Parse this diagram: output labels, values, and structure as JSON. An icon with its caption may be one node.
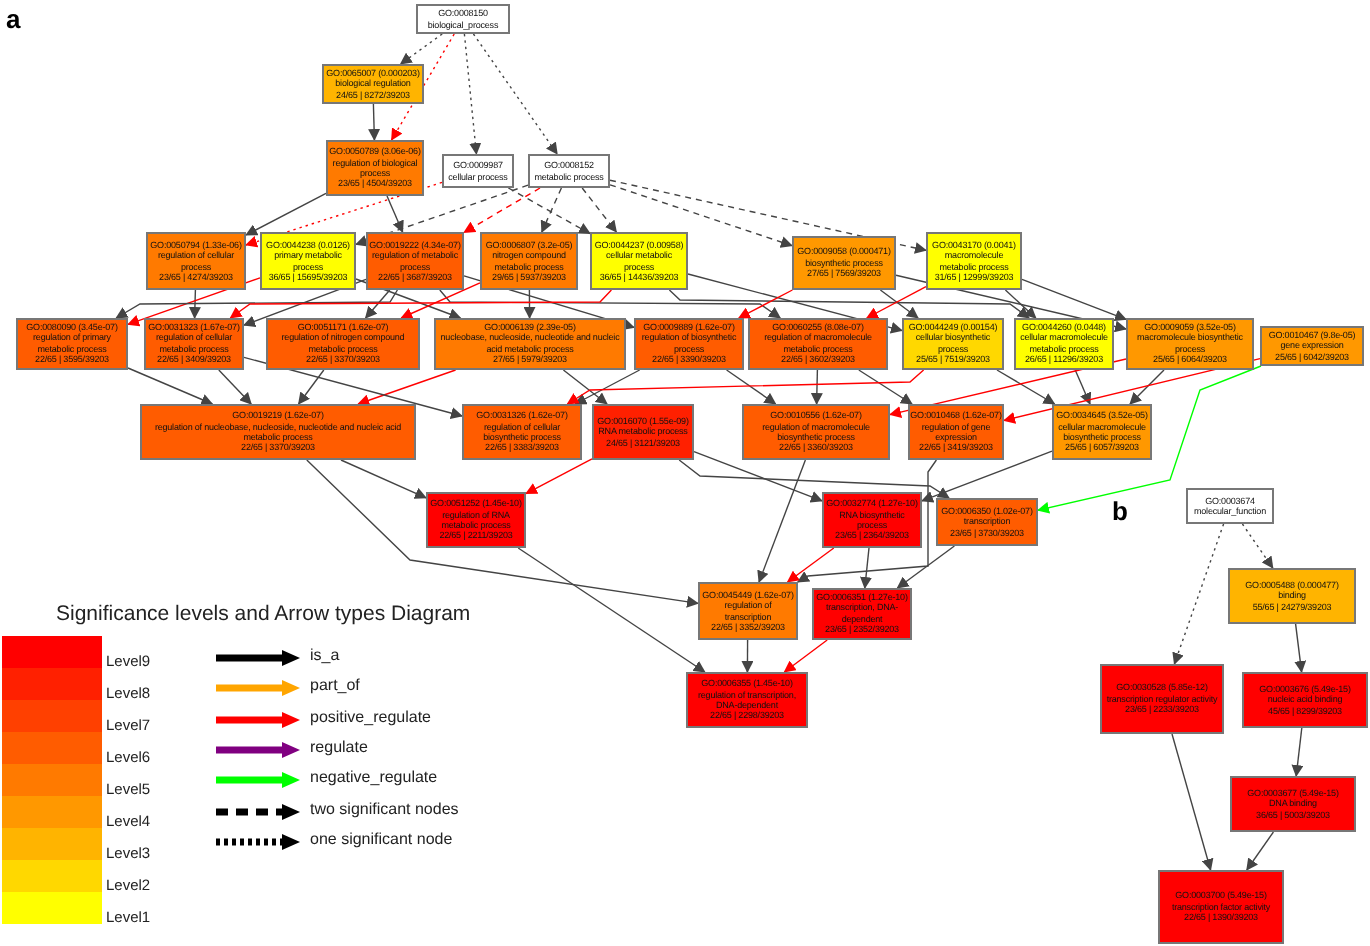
{
  "diagram": {
    "nodes": [
      {
        "text": [
          "GO:0008150",
          "biological_process"
        ]
      },
      {
        "text": [
          "GO:0065007 (0.000203)",
          "biological regulation",
          "24/65 | 8272/39203"
        ]
      },
      {
        "text": [
          "GO:0050789 (3.06e-06)",
          "regulation of biological process",
          "23/65 | 4504/39203"
        ]
      },
      {
        "text": [
          "GO:0009987",
          "cellular process"
        ]
      },
      {
        "text": [
          "GO:0008152",
          "metabolic process"
        ]
      },
      {
        "text": [
          "GO:0050794 (1.33e-06)",
          "regulation of cellular process",
          "23/65 | 4274/39203"
        ]
      },
      {
        "text": [
          "GO:0044238 (0.0126)",
          "primary metabolic process",
          "36/65 | 15695/39203"
        ]
      },
      {
        "text": [
          "GO:0019222 (4.34e-07)",
          "regulation of metabolic process",
          "22/65 | 3687/39203"
        ]
      },
      {
        "text": [
          "GO:0006807 (3.2e-05)",
          "nitrogen compound metabolic process",
          "29/65 | 5937/39203"
        ]
      },
      {
        "text": [
          "GO:0044237 (0.00958)",
          "cellular metabolic process",
          "36/65 | 14436/39203"
        ]
      },
      {
        "text": [
          "GO:0009058 (0.000471)",
          "biosynthetic process",
          "27/65 | 7569/39203"
        ]
      },
      {
        "text": [
          "GO:0043170 (0.0041)",
          "macromolecule metabolic process",
          "31/65 | 12999/39203"
        ]
      },
      {
        "text": [
          "GO:0080090 (3.45e-07)",
          "regulation of primary metabolic process",
          "22/65 | 3595/39203"
        ]
      },
      {
        "text": [
          "GO:0031323 (1.67e-07)",
          "regulation of cellular metabolic process",
          "22/65 | 3409/39203"
        ]
      },
      {
        "text": [
          "GO:0051171 (1.62e-07)",
          "regulation of nitrogen compound metabolic process",
          "22/65 | 3370/39203"
        ]
      },
      {
        "text": [
          "GO:0006139 (2.39e-05)",
          "nucleobase, nucleoside, nucleotide and nucleic acid metabolic process",
          "27/65 | 5979/39203"
        ]
      },
      {
        "text": [
          "GO:0009889 (1.62e-07)",
          "regulation of biosynthetic process",
          "22/65 | 3390/39203"
        ]
      },
      {
        "text": [
          "GO:0060255 (8.08e-07)",
          "regulation of macromolecule metabolic process",
          "22/65 | 3602/39203"
        ]
      },
      {
        "text": [
          "GO:0044249 (0.00154)",
          "cellular biosynthetic process",
          "25/65 | 7519/39203"
        ]
      },
      {
        "text": [
          "GO:0044260 (0.0448)",
          "cellular macromolecule metabolic process",
          "26/65 | 11296/39203"
        ]
      },
      {
        "text": [
          "GO:0009059 (3.52e-05)",
          "macromolecule biosynthetic process",
          "25/65 | 6064/39203"
        ]
      },
      {
        "text": [
          "GO:0010467 (9.8e-05)",
          "gene expression",
          "25/65 | 6042/39203"
        ]
      },
      {
        "text": [
          "GO:0019219 (1.62e-07)",
          "regulation of nucleobase, nucleoside, nucleotide and nucleic acid metabolic process",
          "22/65 | 3370/39203"
        ]
      },
      {
        "text": [
          "GO:0031326 (1.62e-07)",
          "regulation of cellular biosynthetic process",
          "22/65 | 3383/39203"
        ]
      },
      {
        "text": [
          "GO:0016070 (1.55e-09)",
          "RNA metabolic process",
          "24/65 | 3121/39203"
        ]
      },
      {
        "text": [
          "GO:0010556 (1.62e-07)",
          "regulation of macromolecule biosynthetic process",
          "22/65 | 3360/39203"
        ]
      },
      {
        "text": [
          "GO:0010468 (1.62e-07)",
          "regulation of gene expression",
          "22/65 | 3419/39203"
        ]
      },
      {
        "text": [
          "GO:0034645 (3.52e-05)",
          "cellular macromolecule biosynthetic process",
          "25/65 | 6057/39203"
        ]
      },
      {
        "text": [
          "GO:0051252 (1.45e-10)",
          "regulation of RNA metabolic process",
          "22/65 | 2211/39203"
        ]
      },
      {
        "text": [
          "GO:0032774 (1.27e-10)",
          "RNA biosynthetic process",
          "23/65 | 2364/39203"
        ]
      },
      {
        "text": [
          "GO:0006350 (1.02e-07)",
          "transcription",
          "23/65 | 3730/39203"
        ]
      },
      {
        "text": [
          "GO:0045449 (1.62e-07)",
          "regulation of transcription",
          "22/65 | 3352/39203"
        ]
      },
      {
        "text": [
          "GO:0006351 (1.27e-10)",
          "transcription, DNA-dependent",
          "23/65 | 2352/39203"
        ]
      },
      {
        "text": [
          "GO:0006355 (1.45e-10)",
          "regulation of transcription, DNA-dependent",
          "22/65 | 2298/39203"
        ]
      },
      {
        "text": [
          "GO:0003674",
          "molecular_function"
        ]
      },
      {
        "text": [
          "GO:0005488 (0.000477)",
          "binding",
          "55/65 | 24279/39203"
        ]
      },
      {
        "text": [
          "GO:0030528 (5.85e-12)",
          "transcription regulator activity",
          "23/65 | 2233/39203"
        ]
      },
      {
        "text": [
          "GO:0003676 (5.49e-15)",
          "nucleic acid binding",
          "45/65 | 8299/39203"
        ]
      },
      {
        "text": [
          "GO:0003677 (5.49e-15)",
          "DNA binding",
          "36/65 | 5003/39203"
        ]
      },
      {
        "text": [
          "GO:0003700 (5.49e-15)",
          "transcription factor activity",
          "22/65 | 1390/39203"
        ]
      }
    ],
    "edges": [
      {
        "from": 0,
        "to": 1,
        "arrow": "to",
        "style": "dashed"
      },
      {
        "from": 0,
        "to": 2,
        "arrow": "to",
        "style": "dashed",
        "color": "#ff0000"
      },
      {
        "from": 0,
        "to": 3,
        "arrow": "to",
        "style": "dashed"
      },
      {
        "from": 0,
        "to": 4,
        "arrow": "to",
        "style": "dashed"
      },
      {
        "from": 1,
        "to": 2,
        "arrow": "to"
      },
      {
        "from": 2,
        "to": 5,
        "arrow": "to"
      },
      {
        "from": 2,
        "to": 7,
        "arrow": "to"
      },
      {
        "from": 3,
        "to": 5,
        "arrow": "to",
        "style": "dashed",
        "color": "#ff0000"
      },
      {
        "from": 3,
        "to": 9,
        "arrow": "to",
        "style": "dashed"
      },
      {
        "from": 4,
        "to": 6,
        "arrow": "to",
        "style": "dashed"
      },
      {
        "from": 4,
        "to": 7,
        "arrow": "to",
        "style": "dashed",
        "color": "#ff0000"
      },
      {
        "from": 4,
        "to": 8,
        "arrow": "to",
        "style": "dashed"
      },
      {
        "from": 4,
        "to": 9,
        "arrow": "to",
        "style": "dashed"
      },
      {
        "from": 4,
        "to": 10,
        "arrow": "to",
        "style": "dashed"
      },
      {
        "from": 4,
        "to": 11,
        "arrow": "to",
        "style": "dashed"
      },
      {
        "from": 5,
        "to": 13,
        "arrow": "to"
      },
      {
        "from": 6,
        "to": 12,
        "arrow": "to",
        "color": "#ff0000"
      },
      {
        "from": 6,
        "to": 15,
        "arrow": "to"
      },
      {
        "from": 7,
        "to": 12,
        "arrow": "to"
      },
      {
        "from": 7,
        "to": 13,
        "arrow": "to"
      },
      {
        "from": 7,
        "to": 14,
        "arrow": "to"
      },
      {
        "from": 7,
        "to": 16,
        "arrow": "to"
      },
      {
        "from": 7,
        "to": 17,
        "arrow": "to"
      },
      {
        "from": 8,
        "to": 14,
        "arrow": "to",
        "color": "#ff0000"
      },
      {
        "from": 8,
        "to": 15,
        "arrow": "to"
      },
      {
        "from": 9,
        "to": 13,
        "arrow": "to",
        "color": "#ff0000"
      },
      {
        "from": 9,
        "to": 18,
        "arrow": "to"
      },
      {
        "from": 9,
        "to": 19,
        "arrow": "to"
      },
      {
        "from": 10,
        "to": 16,
        "arrow": "to",
        "color": "#ff0000"
      },
      {
        "from": 10,
        "to": 18,
        "arrow": "to"
      },
      {
        "from": 10,
        "to": 20,
        "arrow": "to"
      },
      {
        "from": 11,
        "to": 17,
        "arrow": "to",
        "color": "#ff0000"
      },
      {
        "from": 11,
        "to": 19,
        "arrow": "to"
      },
      {
        "from": 11,
        "to": 20,
        "arrow": "to"
      },
      {
        "from": 12,
        "to": 22,
        "arrow": "to"
      },
      {
        "from": 13,
        "to": 22,
        "arrow": "to"
      },
      {
        "from": 14,
        "to": 22,
        "arrow": "to"
      },
      {
        "from": 15,
        "to": 22,
        "arrow": "to",
        "color": "#ff0000"
      },
      {
        "from": 15,
        "to": 24,
        "arrow": "to"
      },
      {
        "from": 13,
        "to": 23,
        "arrow": "to"
      },
      {
        "from": 16,
        "to": 23,
        "arrow": "to"
      },
      {
        "from": 16,
        "to": 25,
        "arrow": "to"
      },
      {
        "from": 17,
        "to": 25,
        "arrow": "to"
      },
      {
        "from": 17,
        "to": 26,
        "arrow": "to"
      },
      {
        "from": 18,
        "to": 23,
        "arrow": "to",
        "color": "#ff0000"
      },
      {
        "from": 18,
        "to": 27,
        "arrow": "to"
      },
      {
        "from": 19,
        "to": 27,
        "arrow": "to"
      },
      {
        "from": 20,
        "to": 25,
        "arrow": "to",
        "color": "#ff0000"
      },
      {
        "from": 20,
        "to": 27,
        "arrow": "to"
      },
      {
        "from": 21,
        "to": 26,
        "arrow": "to",
        "color": "#ff0000"
      },
      {
        "from": 21,
        "to": 30,
        "arrow": "to",
        "color": "#00ff00"
      },
      {
        "from": 22,
        "to": 28,
        "arrow": "to"
      },
      {
        "from": 24,
        "to": 28,
        "arrow": "to",
        "color": "#ff0000"
      },
      {
        "from": 22,
        "to": 31,
        "arrow": "to"
      },
      {
        "from": 25,
        "to": 31,
        "arrow": "to"
      },
      {
        "from": 26,
        "to": 31,
        "arrow": "to"
      },
      {
        "from": 24,
        "to": 29,
        "arrow": "to"
      },
      {
        "from": 27,
        "to": 29,
        "arrow": "to"
      },
      {
        "from": 24,
        "to": 30,
        "arrow": "to"
      },
      {
        "from": 29,
        "to": 31,
        "arrow": "to",
        "color": "#ff0000"
      },
      {
        "from": 29,
        "to": 32,
        "arrow": "to"
      },
      {
        "from": 30,
        "to": 32,
        "arrow": "to"
      },
      {
        "from": 28,
        "to": 33,
        "arrow": "to"
      },
      {
        "from": 31,
        "to": 33,
        "arrow": "to"
      },
      {
        "from": 32,
        "to": 33,
        "arrow": "to",
        "color": "#ff0000"
      },
      {
        "from": 34,
        "to": 35,
        "arrow": "to",
        "style": "dashed"
      },
      {
        "from": 34,
        "to": 36,
        "arrow": "to",
        "style": "dashed"
      },
      {
        "from": 35,
        "to": 37,
        "arrow": "to"
      },
      {
        "from": 37,
        "to": 38,
        "arrow": "to"
      },
      {
        "from": 38,
        "to": 39,
        "arrow": "to"
      },
      {
        "from": 36,
        "to": 39,
        "arrow": "to"
      }
    ],
    "labels": [
      "a",
      "b",
      "Significance levels and Arrow types Diagram"
    ],
    "legend": [
      {
        "text": "Level9",
        "color": "#ff0000"
      },
      {
        "text": "Level8",
        "color": "#ff2000"
      },
      {
        "text": "Level7",
        "color": "#ff4000"
      },
      {
        "text": "Level6",
        "color": "#ff5c00"
      },
      {
        "text": "Level5",
        "color": "#ff7a00"
      },
      {
        "text": "Level4",
        "color": "#ff9800"
      },
      {
        "text": "Level3",
        "color": "#ffb400"
      },
      {
        "text": "Level2",
        "color": "#ffd800"
      },
      {
        "text": "Level1",
        "color": "#ffff00"
      },
      {
        "text": "is_a"
      },
      {
        "text": "part_of"
      },
      {
        "text": "positive_regulate"
      },
      {
        "text": "regulate"
      },
      {
        "text": "negative_regulate"
      },
      {
        "text": "two significant nodes"
      },
      {
        "text": "one significant node"
      }
    ]
  }
}
